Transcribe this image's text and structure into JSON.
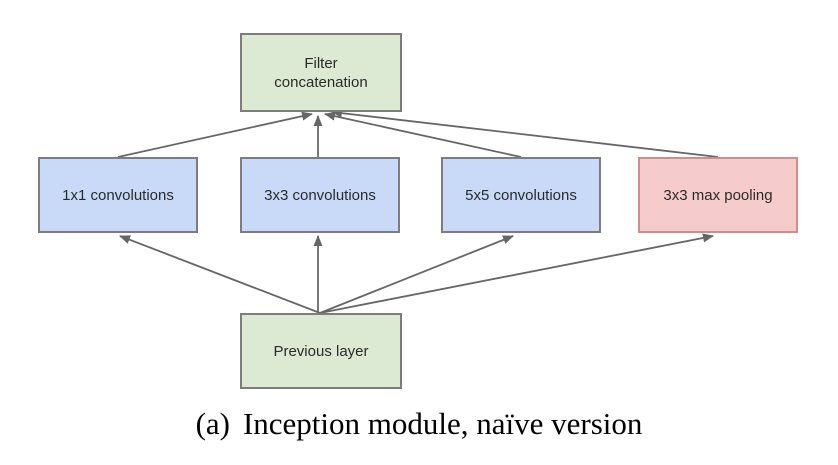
{
  "diagram": {
    "background": "#ffffff",
    "arrow_color": "#666666",
    "text_color": "#2a2a2a",
    "nodes": {
      "filter_concat": {
        "label": "Filter concatenation",
        "fill": "#dcead4",
        "border": "#7d7d7d"
      },
      "conv1x1": {
        "label": "1x1 convolutions",
        "fill": "#c9daf8",
        "border": "#7d7d7d"
      },
      "conv3x3": {
        "label": "3x3 convolutions",
        "fill": "#c9daf8",
        "border": "#7d7d7d"
      },
      "conv5x5": {
        "label": "5x5 convolutions",
        "fill": "#c9daf8",
        "border": "#7d7d7d"
      },
      "maxpool3x3": {
        "label": "3x3 max pooling",
        "fill": "#f5cccb",
        "border": "#d18c8c"
      },
      "previous_layer": {
        "label": "Previous layer",
        "fill": "#dcead4",
        "border": "#7d7d7d"
      }
    },
    "edges": [
      {
        "from": "previous_layer",
        "to": "conv1x1"
      },
      {
        "from": "previous_layer",
        "to": "conv3x3"
      },
      {
        "from": "previous_layer",
        "to": "conv5x5"
      },
      {
        "from": "previous_layer",
        "to": "maxpool3x3"
      },
      {
        "from": "conv1x1",
        "to": "filter_concat"
      },
      {
        "from": "conv3x3",
        "to": "filter_concat"
      },
      {
        "from": "conv5x5",
        "to": "filter_concat"
      },
      {
        "from": "maxpool3x3",
        "to": "filter_concat"
      }
    ],
    "caption": {
      "index": "(a)",
      "title": "Inception module, naïve version"
    }
  }
}
